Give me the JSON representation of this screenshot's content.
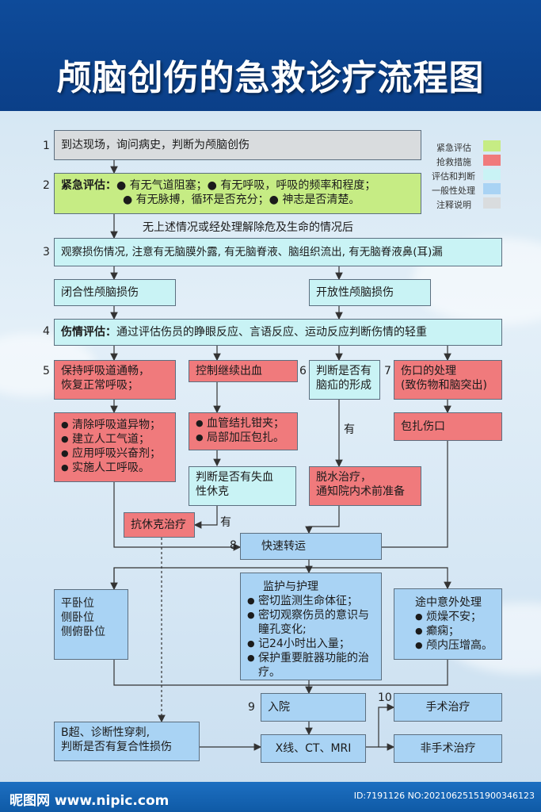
{
  "title": "颅脑创伤的急救诊疗流程图",
  "legend": [
    {
      "label": "紧急评估",
      "color": "#c6ec84"
    },
    {
      "label": "抢救措施",
      "color": "#f07a7c"
    },
    {
      "label": "评估和判断",
      "color": "#c9f3f5"
    },
    {
      "label": "一般性处理",
      "color": "#a9d3f4"
    },
    {
      "label": "注释说明",
      "color": "#d9dcde"
    }
  ],
  "steps": {
    "n1": "1",
    "n2": "2",
    "n3": "3",
    "n4": "4",
    "n5": "5",
    "n6": "6",
    "n7": "7",
    "n8": "8",
    "n9": "9",
    "n10": "10"
  },
  "step1": "到达现场，询问病史，判断为颅脑创伤",
  "step2": {
    "label": "紧急评估：",
    "line1": "● 有无气道阻塞；● 有无呼吸，呼吸的频率和程度；",
    "line2": "● 有无脉搏，循环是否充分；● 神志是否清楚。"
  },
  "note_after2": "无上述情况或经处理解除危及生命的情况后",
  "step3": "观察损伤情况, 注意有无脑膜外露, 有无脑脊液、脑组织流出, 有无脑脊液鼻(耳)漏",
  "closed": "闭合性颅脑损伤",
  "open": "开放性颅脑损伤",
  "step4": {
    "label": "伤情评估：",
    "text": "通过评估伤员的睁眼反应、言语反应、运动反应判断伤情的轻重"
  },
  "airway": {
    "line1": "保持呼吸道通畅，",
    "line2": "恢复正常呼吸；"
  },
  "airway_items": [
    "清除呼吸道异物；",
    "建立人工气道；",
    "应用呼吸兴奋剂；",
    "实施人工呼吸。"
  ],
  "bleed": "控制继续出血",
  "bleed_items": [
    "血管结扎钳夹；",
    "局部加压包扎。"
  ],
  "shock_judge": {
    "line1": "判断是否有失血",
    "line2": "性休克"
  },
  "shock_yes": "有",
  "shock_treat": "抗休克治疗",
  "hernia": {
    "line1": "判断是否有",
    "line2": "脑疝的形成"
  },
  "hernia_yes": "有",
  "dehydrate": {
    "line1": "脱水治疗，",
    "line2": "通知院内术前准备"
  },
  "wound": {
    "line1": "伤口的处理",
    "line2": "(致伤物和脑突出)"
  },
  "bandage": "包扎伤口",
  "transfer": "快速转运",
  "position": [
    "平卧位",
    "侧卧位",
    "侧俯卧位"
  ],
  "monitor": {
    "title": "监护与护理",
    "items": [
      "密切监测生命体征；",
      "密切观察伤员的意识与瞳孔变化;",
      "记24小时出入量；",
      "保护重要脏器功能的治疗。"
    ]
  },
  "accident": {
    "title": "途中意外处理",
    "items": [
      "烦燥不安；",
      "癫痫；",
      "颅内压增高。"
    ]
  },
  "admit": "入院",
  "bscan": {
    "line1": "B超、诊断性穿刺,",
    "line2": "判断是否有复合性损伤"
  },
  "xray": "X线、CT、MRI",
  "surgery": "手术治疗",
  "nonsurgery": "非手术治疗",
  "watermark": {
    "left": "昵图网 www.nipic.com",
    "right": "ID:7191126 NO:20210625151900346123"
  }
}
